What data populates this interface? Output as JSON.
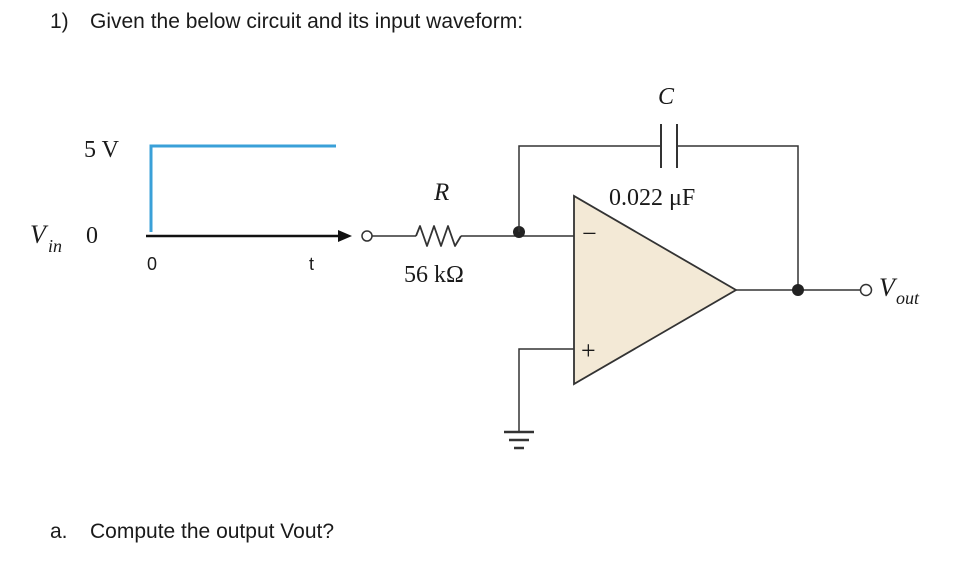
{
  "question": {
    "number": "1)",
    "text": "Given the below circuit and its input waveform:"
  },
  "waveform": {
    "high_level_label": "5 V",
    "low_level_label": "0",
    "input_label_main": "V",
    "input_label_sub": "in",
    "time_origin_label": "0",
    "time_axis_label": "t",
    "pulse_color": "#3aa0d8"
  },
  "circuit": {
    "resistor_name": "R",
    "resistor_value": "56 kΩ",
    "capacitor_name": "C",
    "capacitor_value": "0.022 μF",
    "opamp_fill": "#f3e9d6",
    "inverting_sign": "−",
    "noninverting_sign": "+",
    "output_label_main": "V",
    "output_label_sub": "out"
  },
  "subquestion": {
    "letter": "a.",
    "text": "Compute the output Vout?"
  }
}
